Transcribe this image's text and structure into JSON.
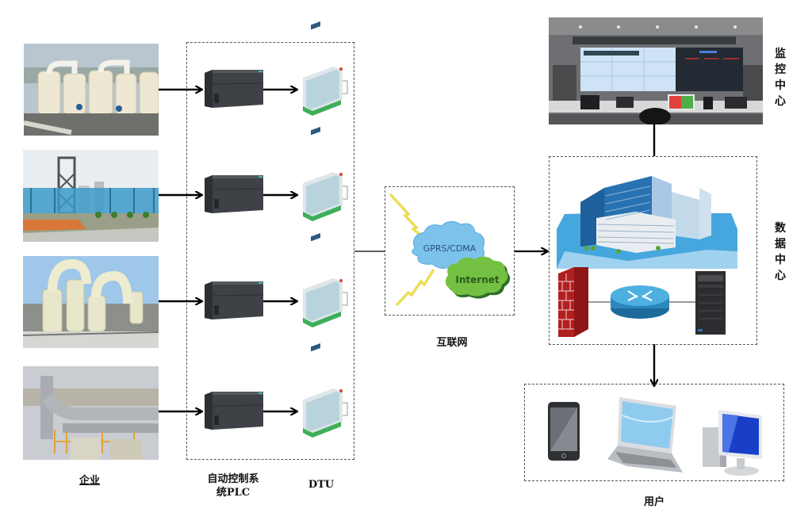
{
  "diagram": {
    "title": "",
    "stages": {
      "enterprise": {
        "label": "企业",
        "photos": [
          "factory-scrubbers",
          "factory-towers",
          "factory-white-ducts",
          "factory-steel-ducts"
        ]
      },
      "plc": {
        "label": "自动控制系统PLC",
        "label_line1": "自动控制系",
        "label_line2": "统PLC",
        "device": "plc-unit",
        "count": 4
      },
      "dtu": {
        "label": "DTU",
        "device": "dtu-module",
        "count": 4
      },
      "internet": {
        "label": "互联网",
        "clouds": [
          "GPRS/CDMA",
          "Internet"
        ]
      },
      "data_center": {
        "label": "数据中心",
        "label_chars": [
          "数",
          "据",
          "中",
          "心"
        ],
        "items": [
          "office-building",
          "firewall",
          "router",
          "server"
        ]
      },
      "monitoring_center": {
        "label": "监控中心",
        "label_chars": [
          "监",
          "控",
          "中",
          "心"
        ],
        "photo": "control-room"
      },
      "users": {
        "label": "用户",
        "devices": [
          "smartphone",
          "laptop",
          "desktop-computer"
        ]
      }
    },
    "edges": [
      {
        "from": "enterprise",
        "to": "plc"
      },
      {
        "from": "plc",
        "to": "dtu"
      },
      {
        "from": "dtu",
        "to": "internet"
      },
      {
        "from": "internet",
        "to": "data_center"
      },
      {
        "from": "data_center",
        "to": "monitoring_center"
      },
      {
        "from": "data_center",
        "to": "users"
      }
    ],
    "colors": {
      "arrow": "#000000",
      "dashed_border": "#555555",
      "cloud_gprs": "#7cc3ec",
      "cloud_internet": "#6fbf3c",
      "lightning": "#f2e23a",
      "building_blue": "#2f7fc0",
      "firewall_red": "#c0201f",
      "router_blue": "#3a9bd0"
    }
  }
}
